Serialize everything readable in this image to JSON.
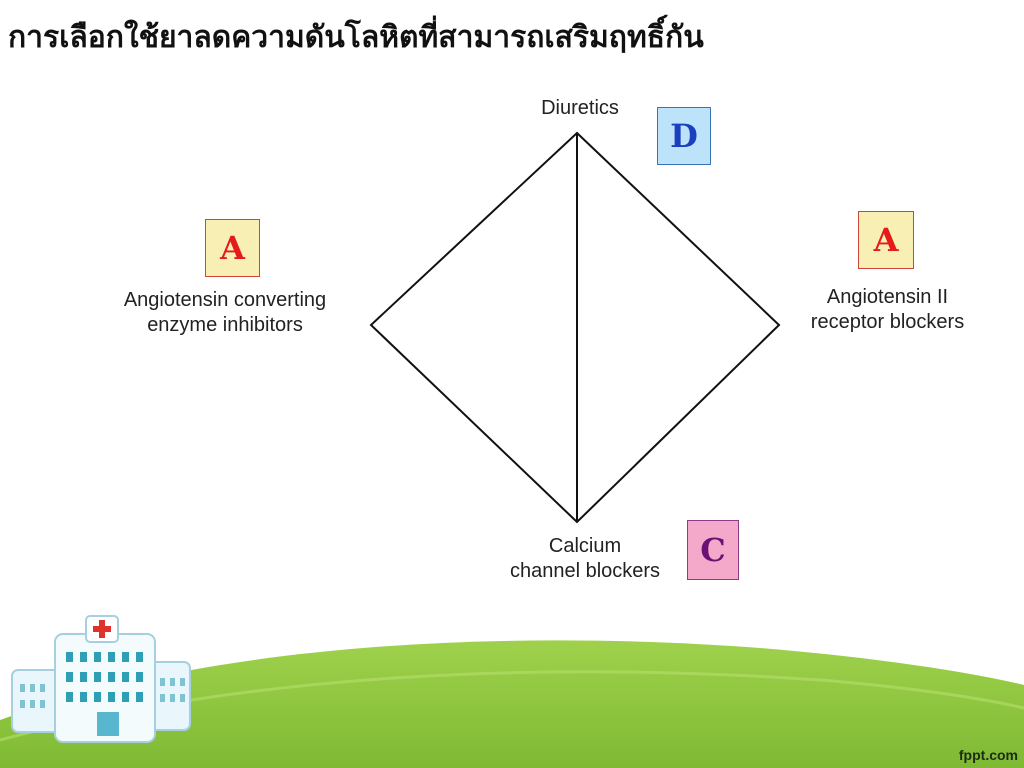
{
  "slide": {
    "title": "การเลือกใช้ยาลดความดันโลหิตที่สามารถเสริมฤทธิ์กัน"
  },
  "diagram": {
    "nodes": {
      "top": {
        "lines": [
          "Diuretics"
        ],
        "badge": "D"
      },
      "left": {
        "lines": [
          "Angiotensin converting",
          "enzyme inhibitors"
        ],
        "badge": "A"
      },
      "right": {
        "lines": [
          "Angiotensin II",
          "receptor blockers"
        ],
        "badge": "A"
      },
      "bottom": {
        "lines": [
          "Calcium",
          "channel blockers"
        ],
        "badge": "C"
      }
    },
    "colors": {
      "badge_d": "#bde3fa",
      "badge_a": "#f7efb4",
      "badge_c": "#f4a9cb",
      "hill": "#8cc63f"
    }
  },
  "footer": {
    "brand": "fppt.com",
    "illustration": "hospital-building-icon"
  }
}
